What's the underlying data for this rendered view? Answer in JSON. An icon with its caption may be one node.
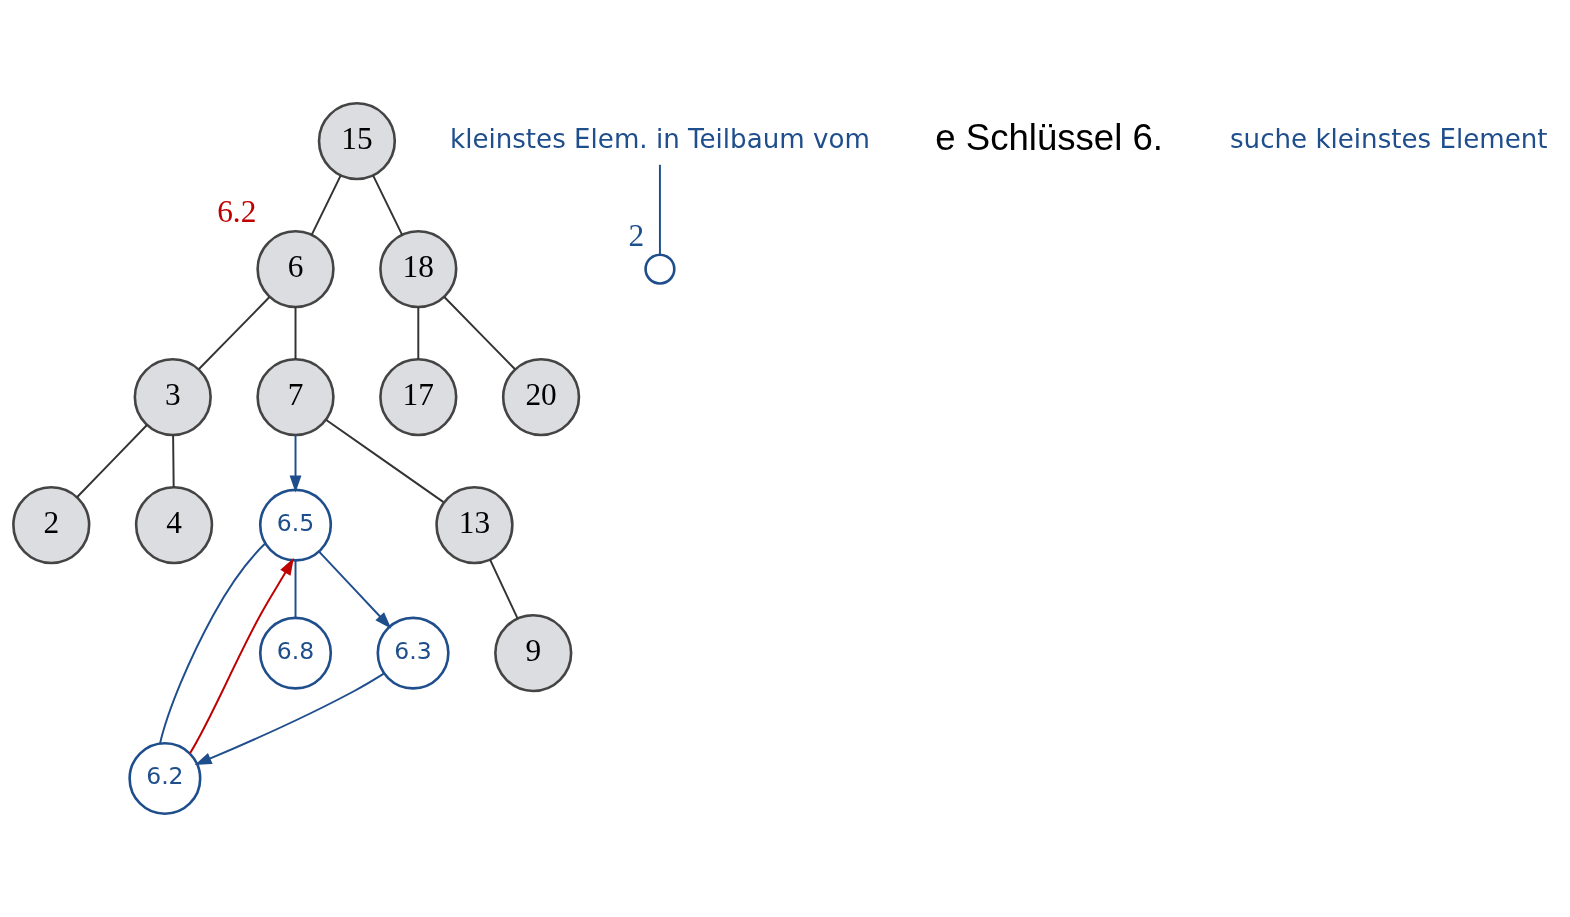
{
  "diagram": {
    "nodes": [
      {
        "text": [
          "15"
        ]
      },
      {
        "text": [
          "6"
        ],
        "beside": [
          "6.2"
        ]
      },
      {
        "text": [
          "18"
        ]
      },
      {
        "text": [
          "3"
        ]
      },
      {
        "text": [
          "7"
        ]
      },
      {
        "text": [
          "17"
        ]
      },
      {
        "text": [
          "20"
        ]
      },
      {
        "text": [
          "2"
        ]
      },
      {
        "text": [
          "4"
        ]
      },
      {
        "text": [
          "6.5"
        ]
      },
      {
        "text": [
          "13"
        ]
      },
      {
        "text": [
          "6.2"
        ]
      },
      {
        "text": [
          "6.8"
        ]
      },
      {
        "text": [
          "9"
        ]
      },
      {
        "text": [
          "6.3"
        ]
      },
      {
        "text": [],
        "shape": "circle",
        "beside": [
          "2"
        ]
      },
      {
        "text": [
          "kleinstes Elem. in Teilbaum vom"
        ]
      }
    ],
    "edges": [
      {
        "from": 0,
        "to": 1,
        "arrow": "none"
      },
      {
        "from": 0,
        "to": 2,
        "arrow": "none"
      },
      {
        "from": 1,
        "to": 3,
        "arrow": "none"
      },
      {
        "from": 1,
        "to": 4,
        "arrow": "none"
      },
      {
        "from": 2,
        "to": 5,
        "arrow": "none"
      },
      {
        "from": 2,
        "to": 6,
        "arrow": "none"
      },
      {
        "from": 3,
        "to": 7,
        "arrow": "none"
      },
      {
        "from": 3,
        "to": 8,
        "arrow": "none"
      },
      {
        "from": 4,
        "to": 9,
        "arrow": "to",
        "color": "#1f4e8c"
      },
      {
        "from": 4,
        "to": 10,
        "arrow": "none"
      },
      {
        "from": 9,
        "to": 11,
        "arrow": "none",
        "color": "#1f4e8c"
      },
      {
        "from": 9,
        "to": 12,
        "arrow": "none",
        "color": "#1f4e8c"
      },
      {
        "from": 10,
        "to": 13,
        "arrow": "none"
      },
      {
        "from": 11,
        "to": 9,
        "arrow": "to",
        "color": "#c00000"
      },
      {
        "from": 9,
        "to": 14,
        "arrow": "to",
        "color": "#1f4e8c"
      },
      {
        "from": 14,
        "to": 11,
        "arrow": "to",
        "color": "#1f4e8c"
      },
      {
        "from": 16,
        "to": 15,
        "arrow": "none",
        "color": "#1f4e8c"
      }
    ],
    "labels": [
      "e Schlüssel 6.",
      "suche kleinstes Element"
    ]
  }
}
